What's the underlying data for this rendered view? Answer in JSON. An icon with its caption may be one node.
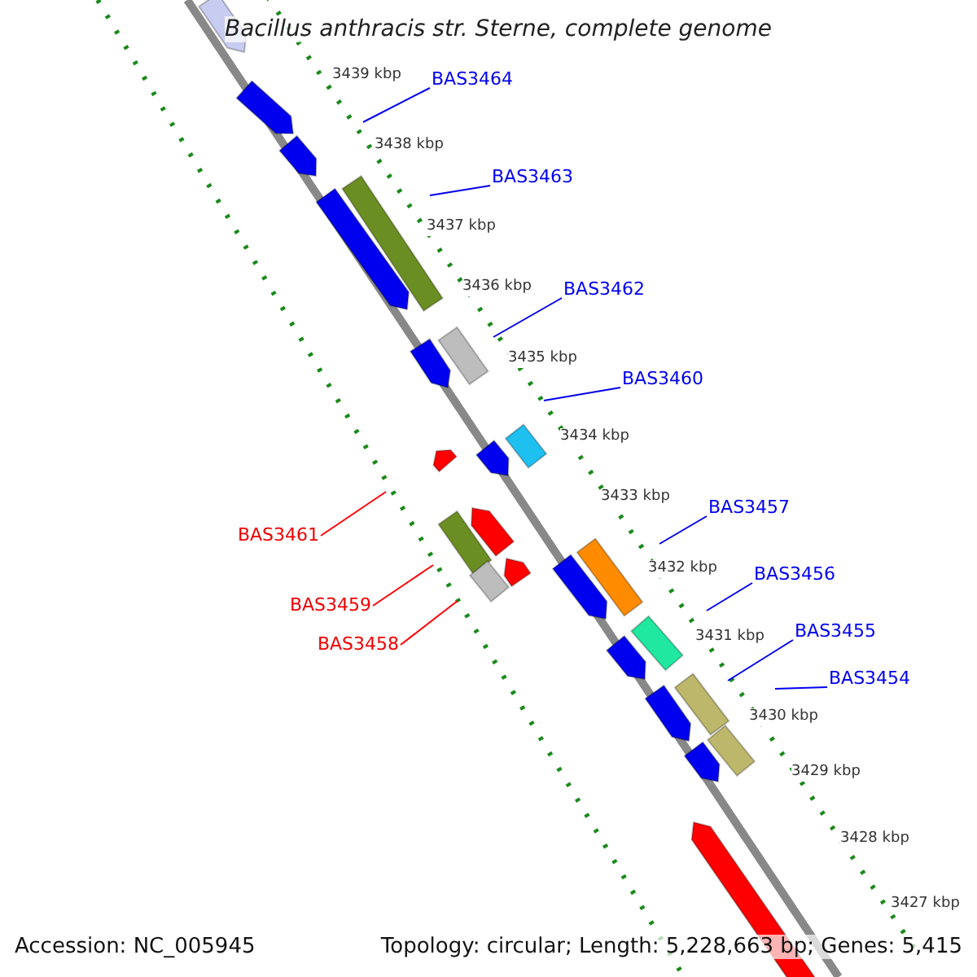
{
  "diagram": {
    "title": "Bacillus anthracis str. Sterne, complete genome",
    "nodes": [
      {
        "text": [
          "BAS3464"
        ]
      },
      {
        "text": [
          "BAS3463"
        ]
      },
      {
        "text": [
          "BAS3462"
        ]
      },
      {
        "text": [
          "BAS3460"
        ]
      },
      {
        "text": [
          "BAS3457"
        ]
      },
      {
        "text": [
          "BAS3461"
        ]
      },
      {
        "text": [
          "BAS3456"
        ]
      },
      {
        "text": [
          "BAS3459"
        ]
      },
      {
        "text": [
          "BAS3455"
        ]
      },
      {
        "text": [
          "BAS3458"
        ]
      },
      {
        "text": [
          "BAS3454"
        ]
      }
    ],
    "edges": [
      {
        "from": 0,
        "to": null,
        "arrow": "none"
      },
      {
        "from": 1,
        "to": null,
        "arrow": "none"
      },
      {
        "from": 2,
        "to": null,
        "arrow": "none"
      },
      {
        "from": 3,
        "to": null,
        "arrow": "none"
      },
      {
        "from": 4,
        "to": null,
        "arrow": "none"
      },
      {
        "from": 5,
        "to": null,
        "arrow": "none",
        "color": "#ff0000"
      },
      {
        "from": 6,
        "to": null,
        "arrow": "none"
      },
      {
        "from": 7,
        "to": null,
        "arrow": "none",
        "color": "#ff0000"
      },
      {
        "from": 8,
        "to": null,
        "arrow": "none"
      },
      {
        "from": 9,
        "to": null,
        "arrow": "none",
        "color": "#ff0000"
      },
      {
        "from": 10,
        "to": null,
        "arrow": "none"
      }
    ],
    "labels": [
      "3439 kbp",
      "3438 kbp",
      "3437 kbp",
      "3436 kbp",
      "3435 kbp",
      "3434 kbp",
      "3433 kbp",
      "3432 kbp",
      "3431 kbp",
      "3430 kbp",
      "3429 kbp",
      "3428 kbp",
      "3427 kbp",
      "Accession: NC_005945",
      "Topology: circular; Length: 5,228,663 bp; Genes: 5,415"
    ]
  }
}
